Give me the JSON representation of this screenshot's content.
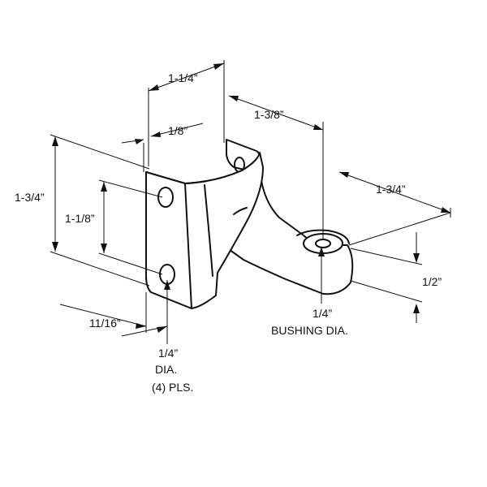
{
  "dimensions": {
    "width_top": "1-1/4”",
    "flange": "1/8”",
    "offset": "1-3/8”",
    "arm_length": "1-3/4”",
    "height": "1-3/4”",
    "hole_spacing": "1-1/8”",
    "edge_distance": "11/16”",
    "arm_thickness": "1/2”"
  },
  "notes": {
    "bushing_size": "1/4”",
    "bushing_label": "BUSHING DIA.",
    "hole_size": "1/4”",
    "hole_label": "DIA.",
    "hole_count": "(4) PLS."
  }
}
